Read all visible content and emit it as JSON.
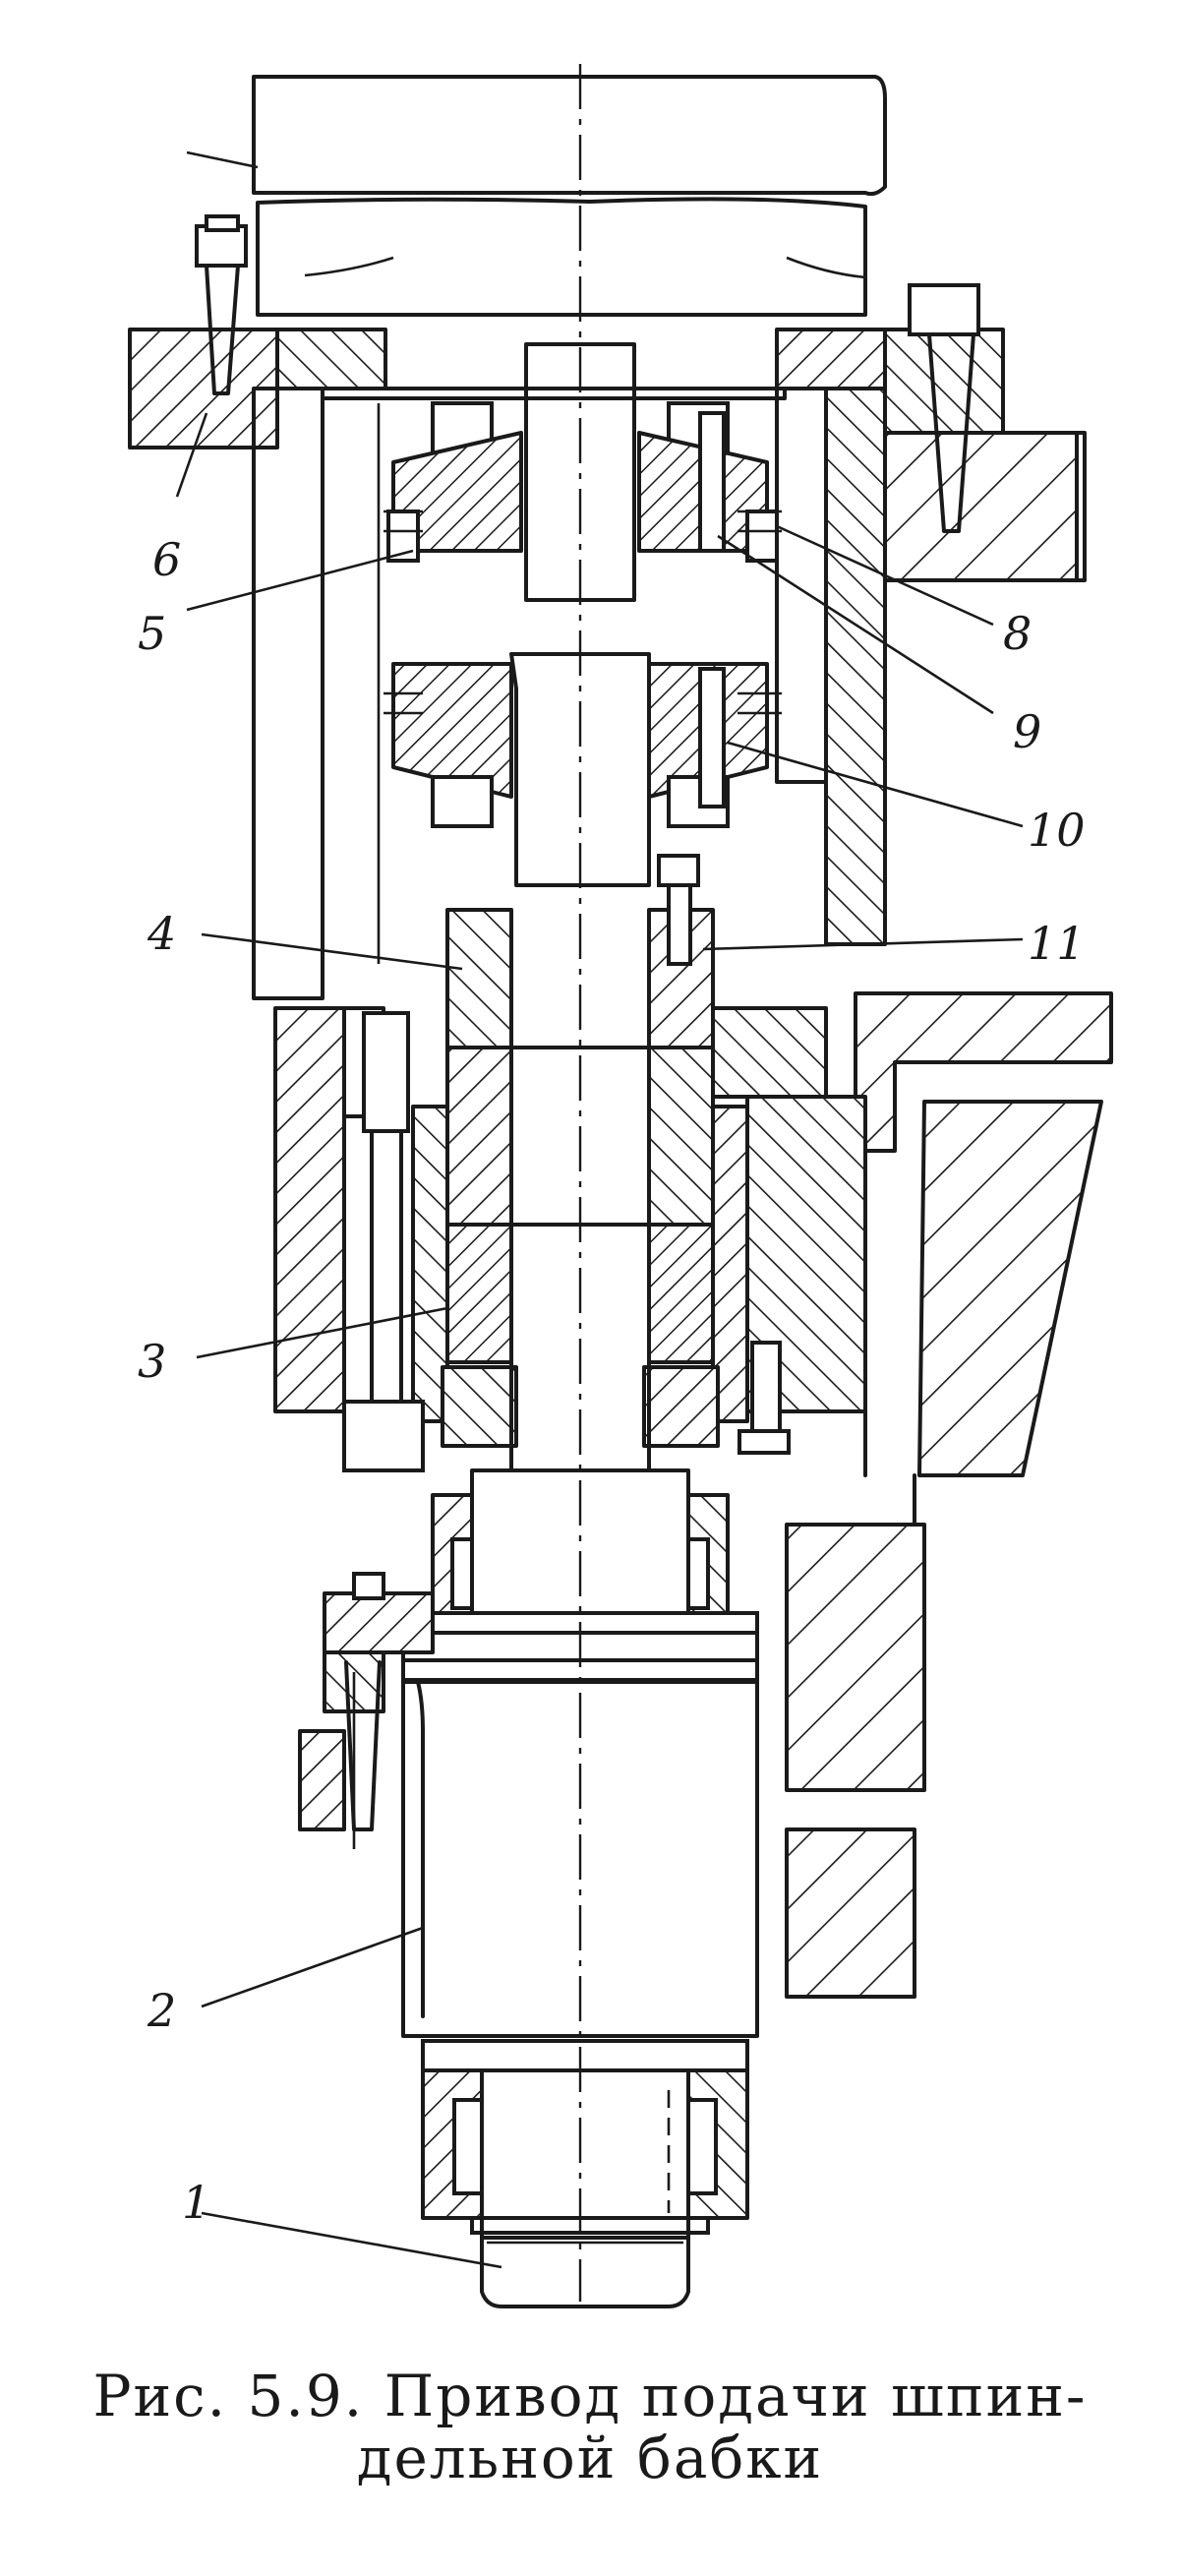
{
  "figure": {
    "caption_line1": "Рис. 5.9. Привод подачи шпин-",
    "caption_line2": "дельной бабки"
  },
  "callouts": [
    {
      "id": "1",
      "text": "1"
    },
    {
      "id": "2",
      "text": "2"
    },
    {
      "id": "3",
      "text": "3"
    },
    {
      "id": "4",
      "text": "4"
    },
    {
      "id": "5",
      "text": "5"
    },
    {
      "id": "6",
      "text": "6"
    },
    {
      "id": "8",
      "text": "8"
    },
    {
      "id": "9",
      "text": "9"
    },
    {
      "id": "10",
      "text": "10"
    },
    {
      "id": "11",
      "text": "11"
    }
  ]
}
